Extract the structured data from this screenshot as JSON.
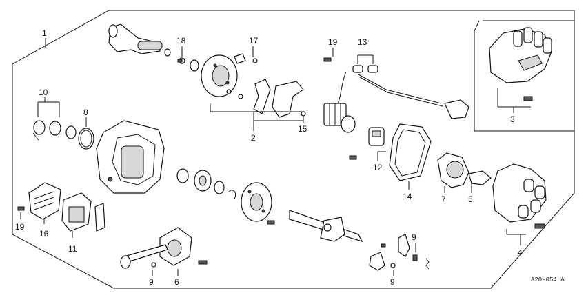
{
  "diagram": {
    "drawing_code": "A20-054 A",
    "callouts": {
      "c1": "1",
      "c2": "2",
      "c3": "3",
      "c4": "4",
      "c5": "5",
      "c6": "6",
      "c7": "7",
      "c8": "8",
      "c9a": "9",
      "c9b": "9",
      "c9c": "9",
      "c10": "10",
      "c11": "11",
      "c12": "12",
      "c13": "13",
      "c14": "14",
      "c15": "15",
      "c16": "16",
      "c17": "17",
      "c18": "18",
      "c19a": "19",
      "c19b": "19"
    }
  }
}
